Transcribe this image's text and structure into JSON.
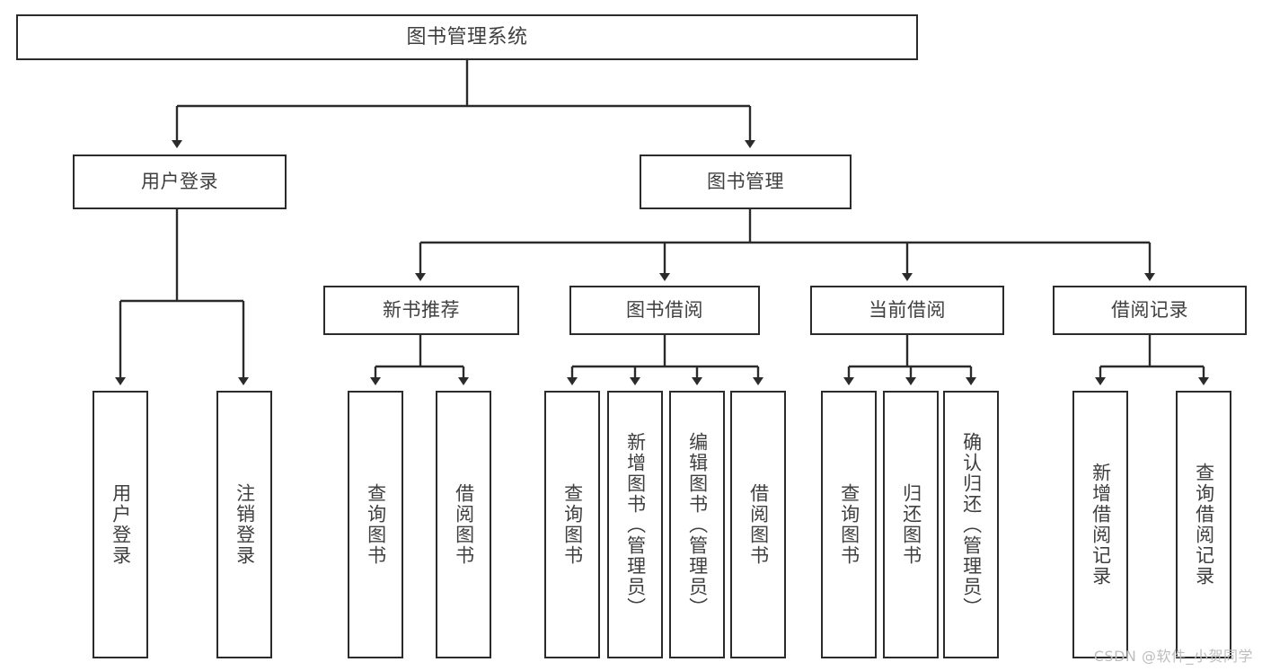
{
  "diagram": {
    "title": "图书管理系统",
    "type": "hierarchy-tree",
    "root": {
      "label": "图书管理系统"
    },
    "level2": [
      {
        "label": "用户登录"
      },
      {
        "label": "图书管理"
      }
    ],
    "level3": [
      {
        "label": "新书推荐"
      },
      {
        "label": "图书借阅"
      },
      {
        "label": "当前借阅"
      },
      {
        "label": "借阅记录"
      }
    ],
    "leaves": {
      "user_login": [
        {
          "label": "用户登录"
        },
        {
          "label": "注销登录"
        }
      ],
      "new_book_recommend": [
        {
          "label": "查询图书"
        },
        {
          "label": "借阅图书"
        }
      ],
      "book_borrow": [
        {
          "label": "查询图书"
        },
        {
          "label": "新增图书（管理员）"
        },
        {
          "label": "编辑图书（管理员）"
        },
        {
          "label": "借阅图书"
        }
      ],
      "current_borrow": [
        {
          "label": "查询图书"
        },
        {
          "label": "归还图书"
        },
        {
          "label": "确认归还（管理员）"
        }
      ],
      "borrow_record": [
        {
          "label": "新增借阅记录"
        },
        {
          "label": "查询借阅记录"
        }
      ]
    },
    "watermark": "CSDN @软件_小贺同学",
    "colors": {
      "border": "#2b2b2b",
      "text": "#3f3f3f",
      "background": "#ffffff",
      "watermark": "#bdbdbd"
    }
  }
}
